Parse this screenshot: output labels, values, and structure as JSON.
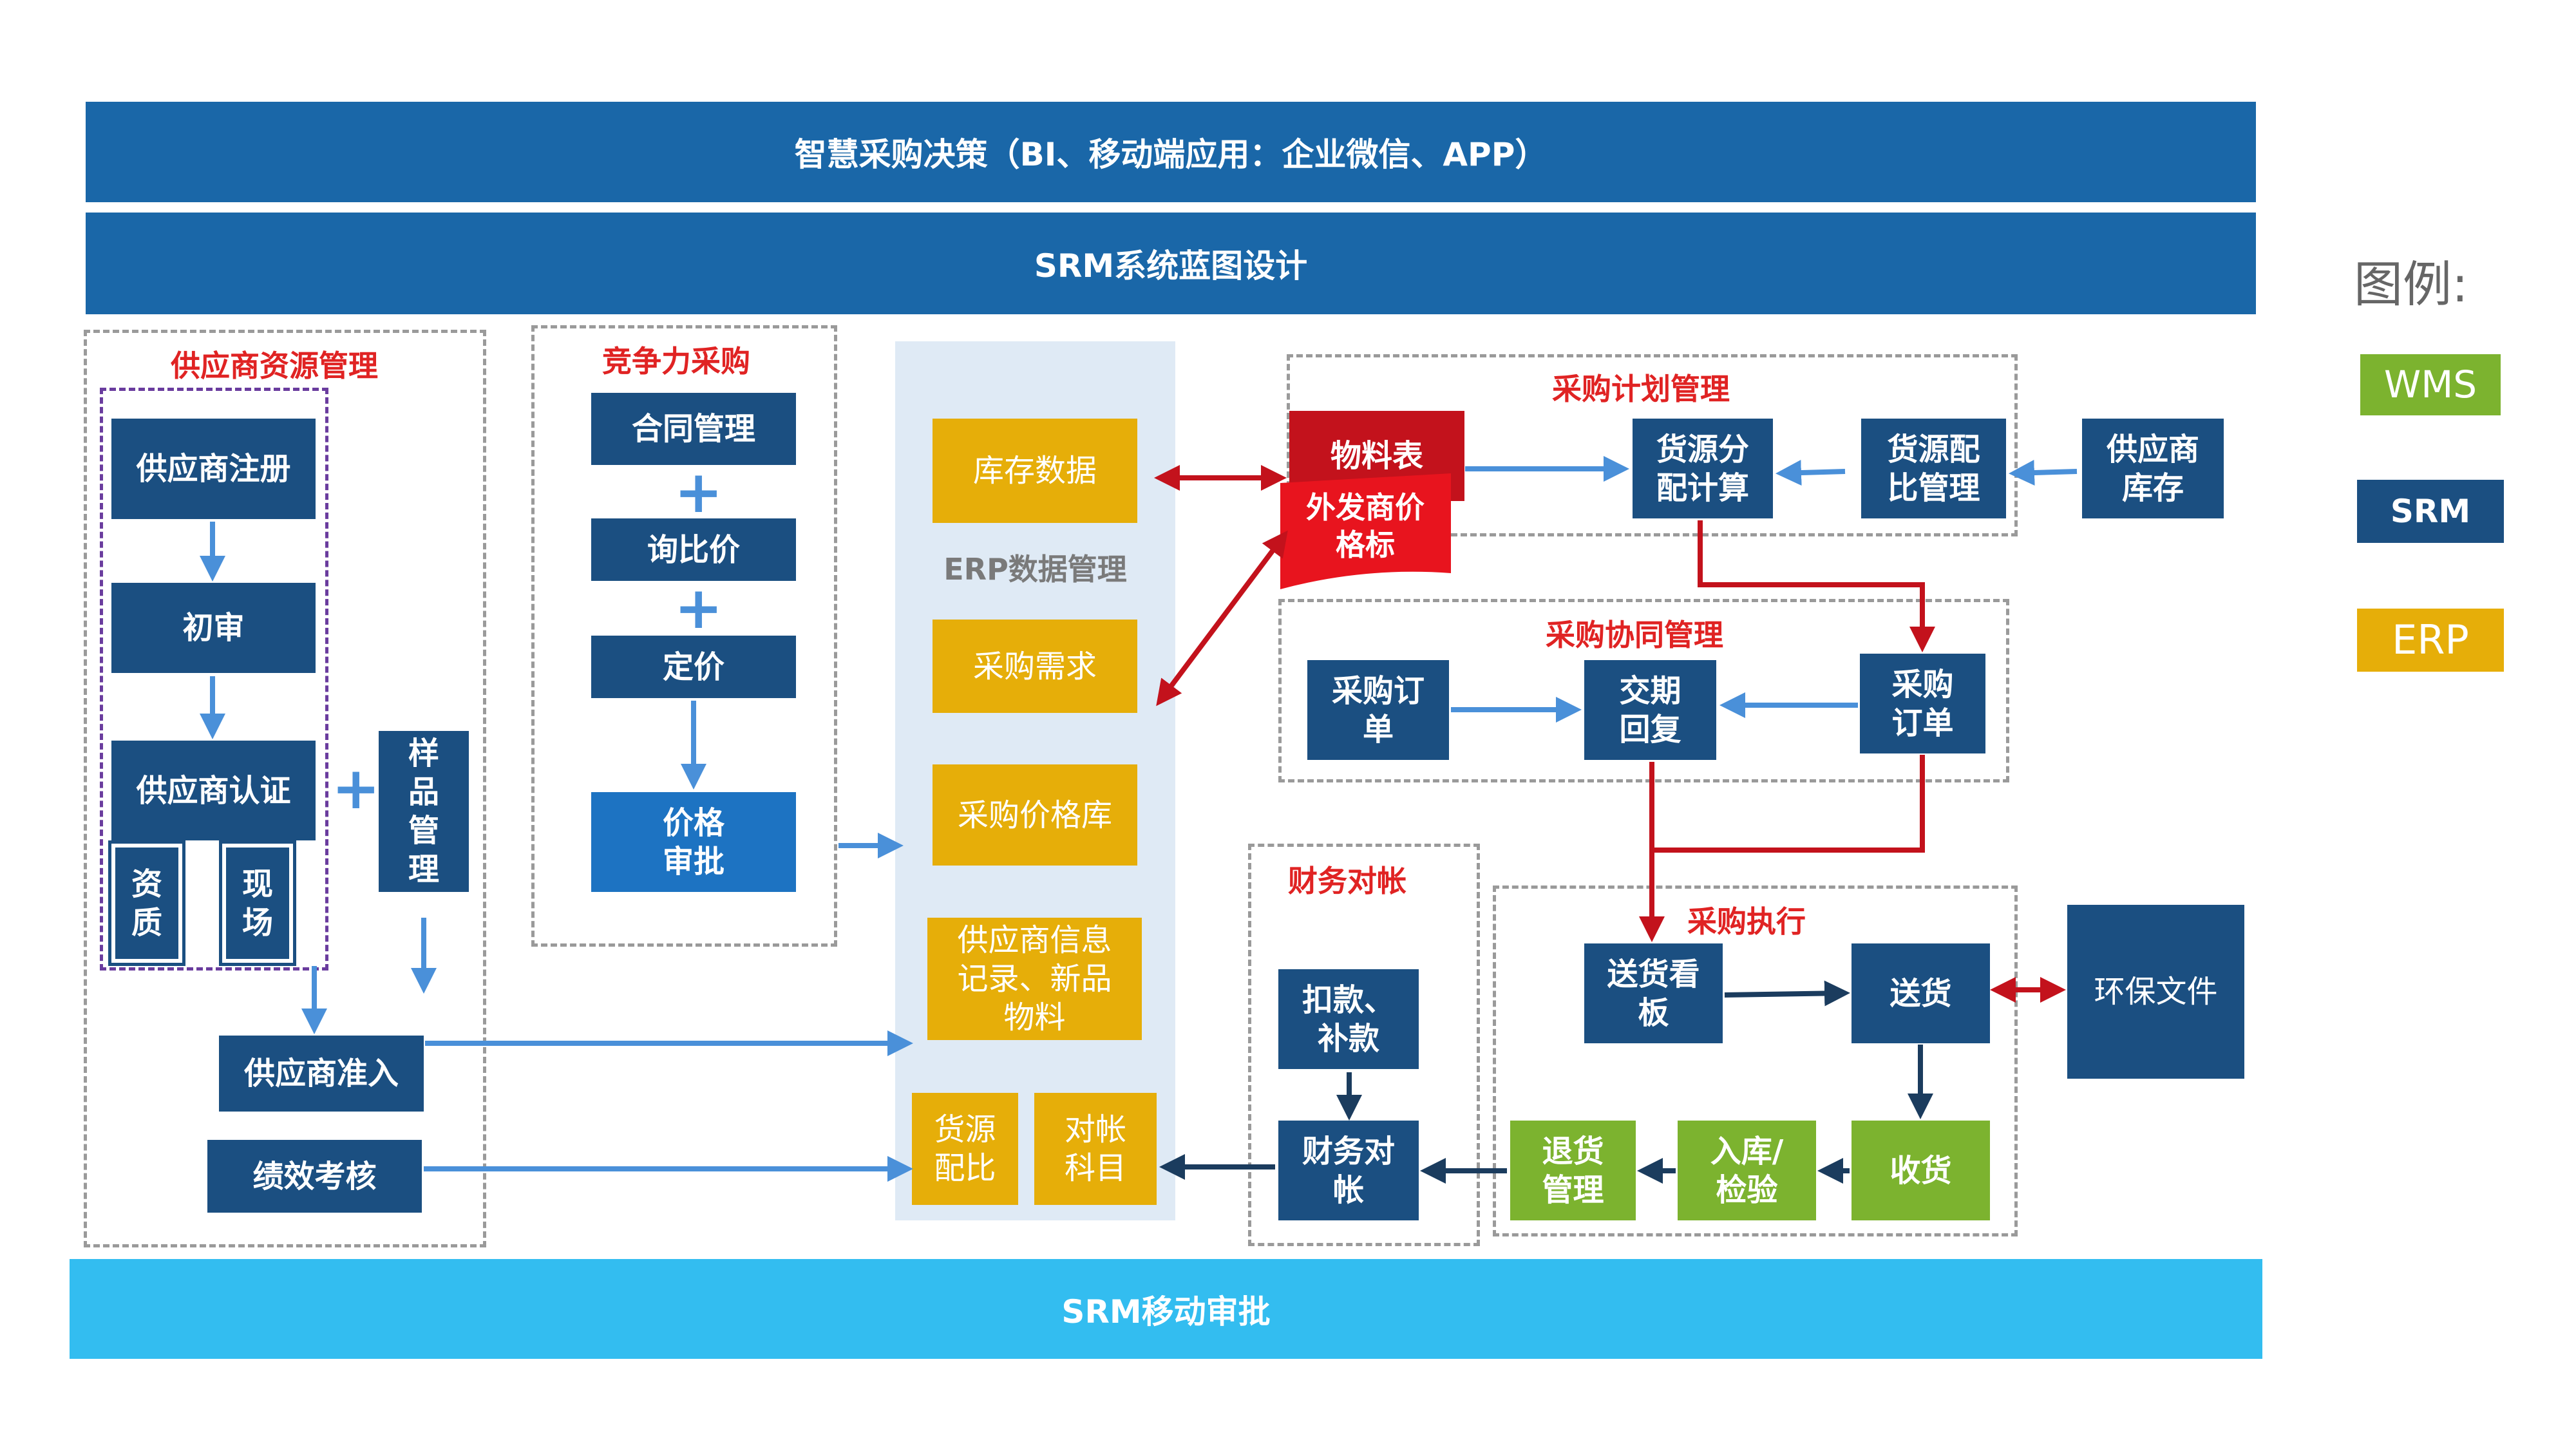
{
  "bands": {
    "top": "智慧采购决策（BI、移动端应用：企业微信、APP）",
    "blueprint": "SRM系统蓝图设计",
    "bottom": "SRM移动审批"
  },
  "groups": {
    "supplier_resource": "供应商资源管理",
    "competitive": "竞争力采购",
    "erp_data": "ERP数据管理",
    "plan": "采购计划管理",
    "collab": "采购协同管理",
    "finance": "财务对帐",
    "execution": "采购执行"
  },
  "supplier": {
    "register": "供应商注册",
    "first_review": "初审",
    "certify": "供应商认证",
    "qualification": "资\n质",
    "onsite": "现\n场",
    "sample": "样\n品\n管\n理",
    "admission": "供应商准入",
    "performance": "绩效考核"
  },
  "competitive": {
    "contract": "合同管理",
    "inquiry": "询比价",
    "pricing": "定价",
    "price_approval": "价格\n审批"
  },
  "erp": {
    "inventory": "库存数据",
    "demand": "采购需求",
    "price_lib": "采购价格库",
    "supplier_info": "供应商信息\n记录、新品\n物料",
    "source_ratio": "货源\n配比",
    "account_subject": "对帐\n科目"
  },
  "plan": {
    "material_list": "物料表",
    "external_price": "外发商价\n格标",
    "source_calc": "货源分\n配计算",
    "source_ratio_mgmt": "货源配\n比管理",
    "supplier_stock": "供应商\n库存"
  },
  "collab": {
    "po_left": "采购订\n单",
    "delivery_reply": "交期\n回复",
    "po_right": "采购\n订单"
  },
  "finance": {
    "deduction": "扣款、\n补款",
    "reconcile": "财务对\n帐"
  },
  "execution": {
    "kanban": "送货看\n板",
    "delivery": "送货",
    "env_docs": "环保文件",
    "receipt": "收货",
    "stock_in": "入库/\n检验",
    "return": "退货\n管理"
  },
  "legend": {
    "title": "图例:",
    "wms": "WMS",
    "srm": "SRM",
    "erp": "ERP"
  },
  "colors": {
    "srm": "#1b4f81",
    "erp": "#e6ae09",
    "wms": "#7cb32f",
    "band": "#1a67a8",
    "bottom_band": "#33bdf0",
    "red": "#c3121c",
    "arrow_blue": "#4a90d9",
    "arrow_dark": "#1b3c5e"
  }
}
